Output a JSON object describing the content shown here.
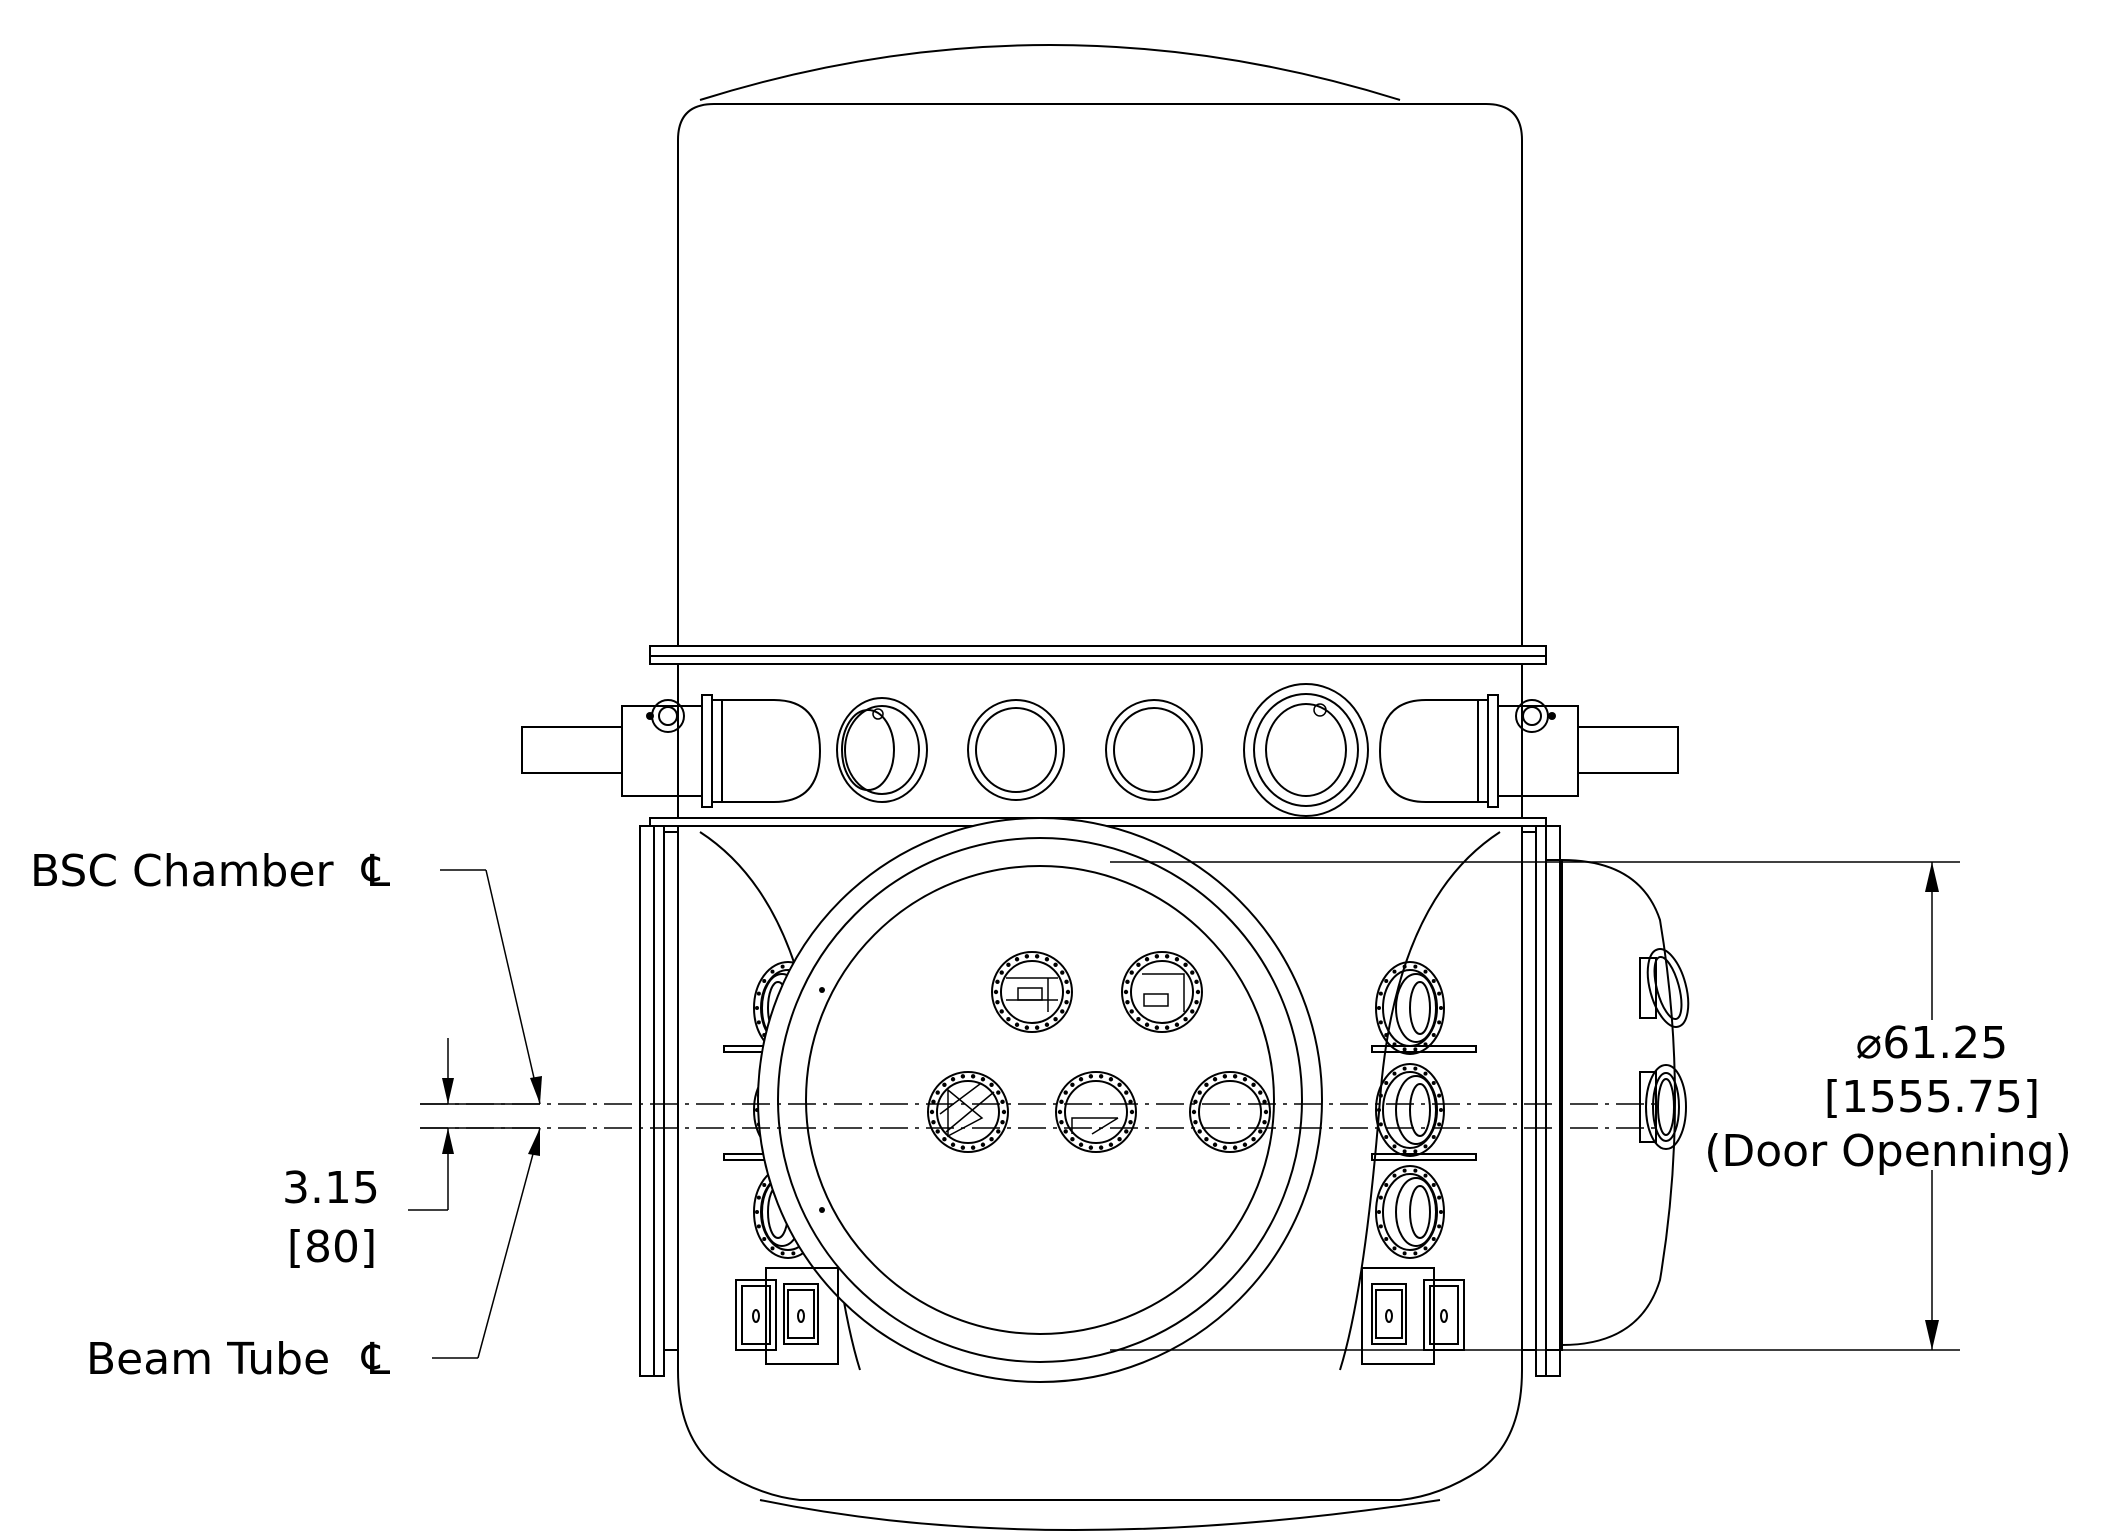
{
  "labels": {
    "bsc_chamber": "BSC Chamber",
    "beam_tube": "Beam Tube",
    "centerline_symbol": "℄",
    "offset_value": "3.15",
    "offset_metric": "[80]",
    "door_diameter": "⌀61.25",
    "door_metric": "[1555.75]",
    "door_note": "(Door Openning)"
  }
}
